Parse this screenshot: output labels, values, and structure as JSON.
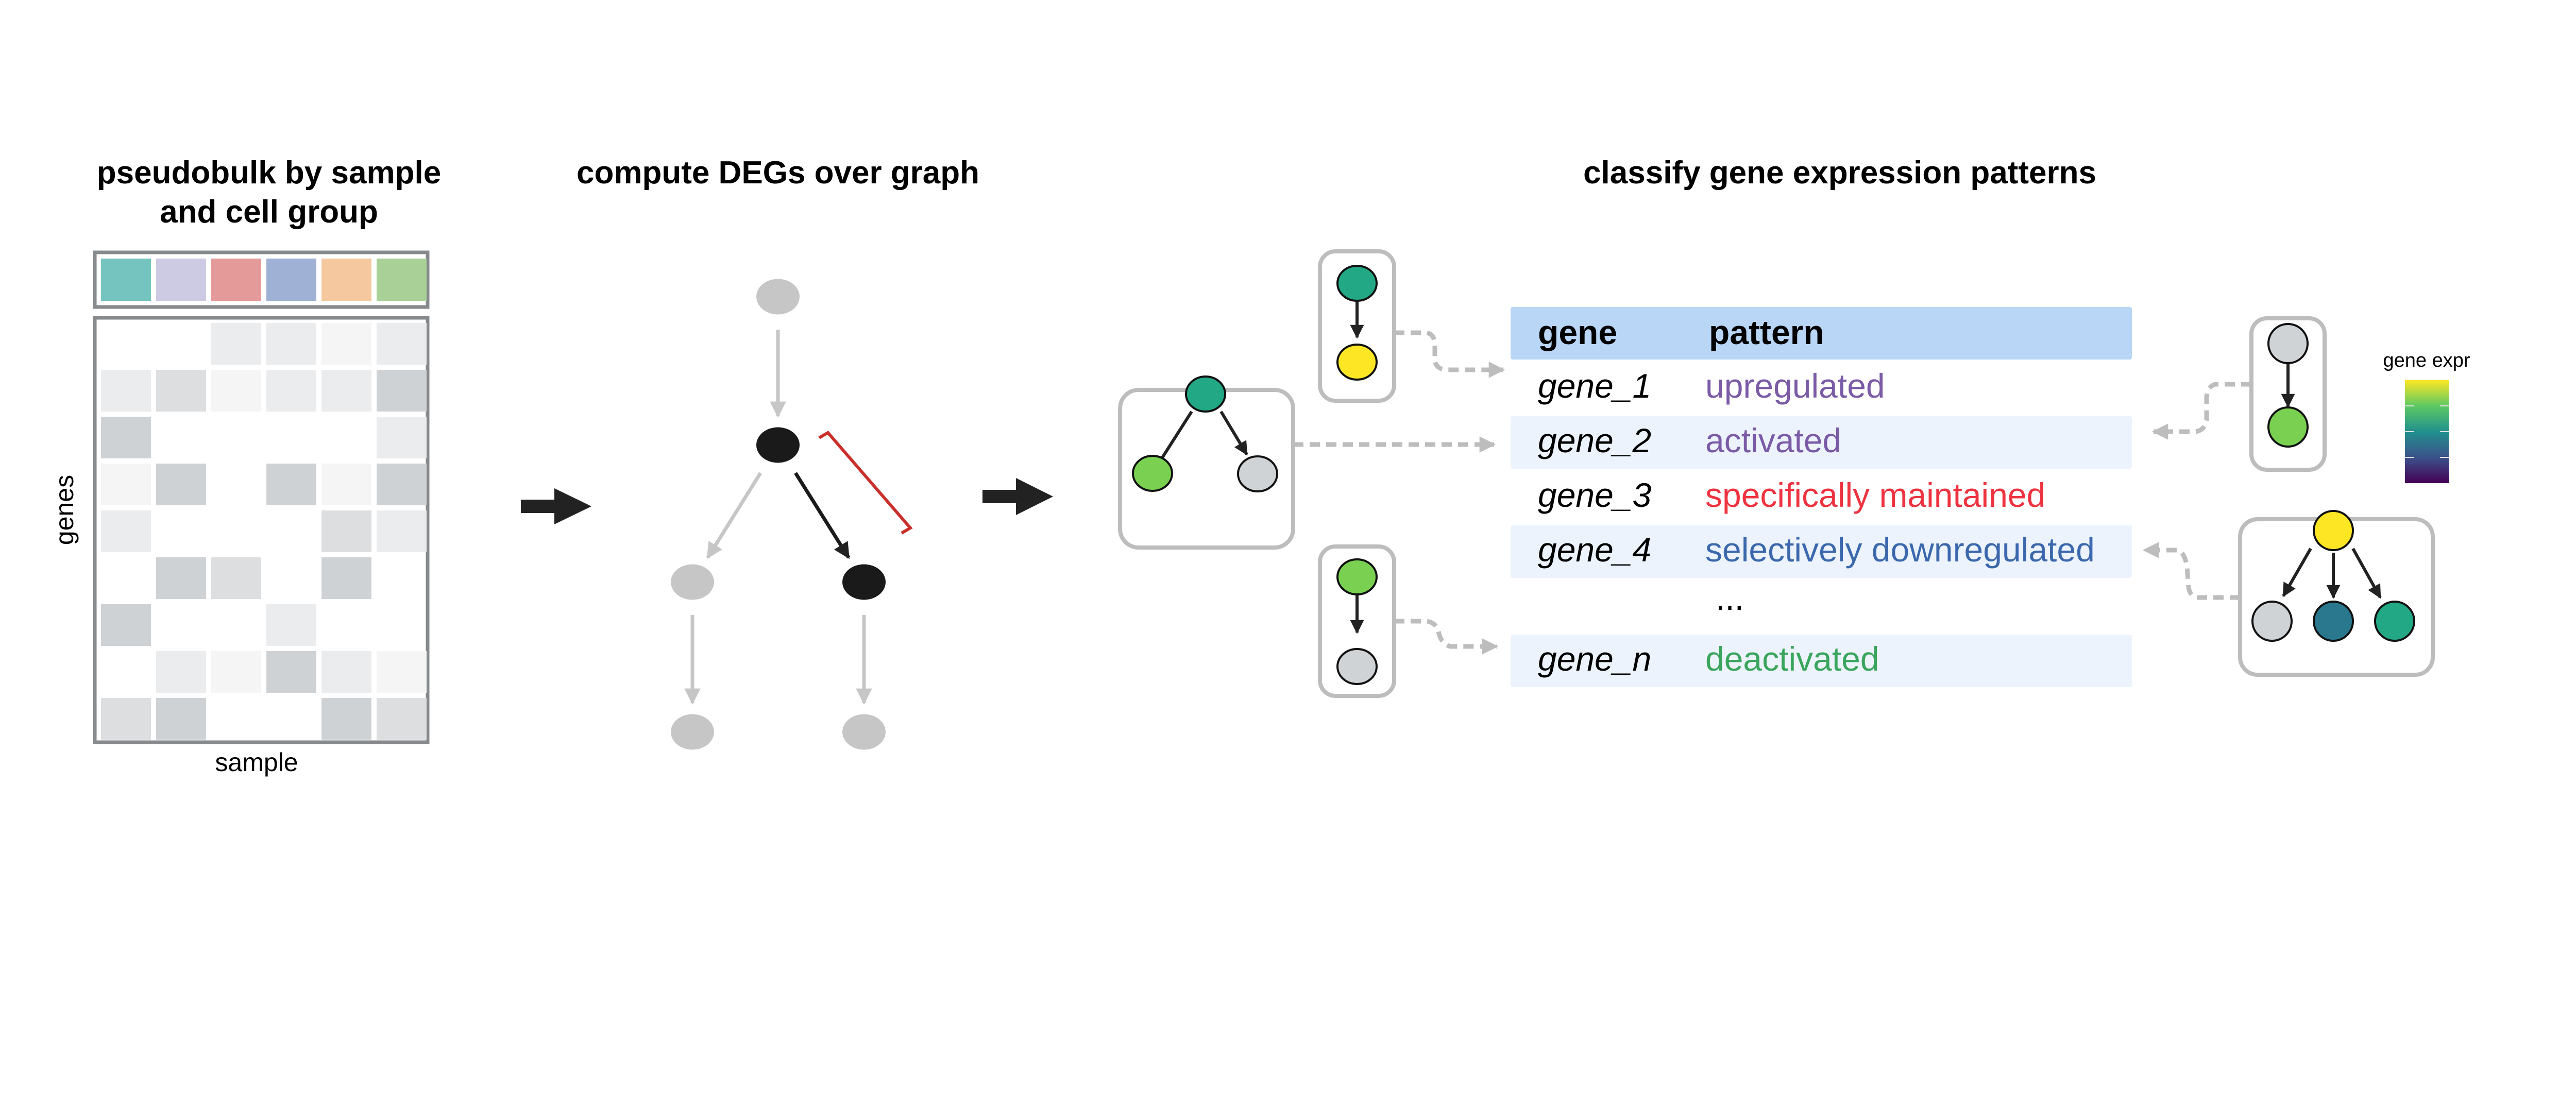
{
  "panels": {
    "pseudobulk": {
      "title_line1": "pseudobulk by sample",
      "title_line2": "and cell group",
      "y_label": "genes",
      "x_label": "sample",
      "cell_group_colors": [
        "#76c4bf",
        "#cdcae3",
        "#e59a9a",
        "#9fb2d5",
        "#f6c89f",
        "#a9d096"
      ],
      "heatmap_levels": [
        [
          0,
          0,
          2,
          2,
          1,
          2
        ],
        [
          2,
          3,
          1,
          2,
          2,
          4
        ],
        [
          4,
          0,
          0,
          0,
          0,
          2
        ],
        [
          1,
          4,
          0,
          4,
          1,
          4
        ],
        [
          2,
          0,
          0,
          0,
          3,
          2
        ],
        [
          0,
          4,
          3,
          0,
          4,
          0
        ],
        [
          4,
          0,
          0,
          2,
          0,
          0
        ],
        [
          0,
          2,
          1,
          4,
          2,
          1
        ],
        [
          3,
          4,
          0,
          0,
          4,
          3
        ]
      ],
      "heatmap_shades": [
        "#ffffff",
        "#f5f5f6",
        "#ebecee",
        "#dcdee0",
        "#cfd2d5"
      ]
    },
    "deg_graph": {
      "title": "compute DEGs over graph",
      "nodes": [
        {
          "id": "root",
          "state": "inactive"
        },
        {
          "id": "mid",
          "state": "active"
        },
        {
          "id": "left",
          "state": "inactive"
        },
        {
          "id": "right",
          "state": "active"
        },
        {
          "id": "left-child",
          "state": "inactive"
        },
        {
          "id": "right-child",
          "state": "inactive"
        }
      ],
      "edges": [
        {
          "from": "root",
          "to": "mid",
          "state": "inactive"
        },
        {
          "from": "mid",
          "to": "left",
          "state": "inactive"
        },
        {
          "from": "mid",
          "to": "right",
          "state": "active"
        },
        {
          "from": "left",
          "to": "left-child",
          "state": "inactive"
        },
        {
          "from": "right",
          "to": "right-child",
          "state": "inactive"
        }
      ],
      "colors": {
        "active": "#1a1a1a",
        "inactive": "#c6c6c6",
        "bracket": "#c9302c"
      }
    },
    "classify": {
      "title": "classify gene expression patterns",
      "table": {
        "headers": [
          "gene",
          "pattern"
        ],
        "rows": [
          {
            "gene": "gene_1",
            "pattern": "upregulated",
            "color": "#7b5aa6"
          },
          {
            "gene": "gene_2",
            "pattern": "activated",
            "color": "#7b5aa6"
          },
          {
            "gene": "gene_3",
            "pattern": "specifically maintained",
            "color": "#ee3340"
          },
          {
            "gene": "gene_4",
            "pattern": "selectively downregulated",
            "color": "#3b68ad"
          },
          {
            "gene": "",
            "pattern": "...",
            "color": "#000000"
          },
          {
            "gene": "gene_n",
            "pattern": "deactivated",
            "color": "#3aa55d"
          }
        ],
        "header_bg": "#bad6f7",
        "stripe_bg": "#ecf3fc"
      },
      "colorbar_label": "gene expr",
      "expr_colors": {
        "high": "#fde725",
        "upper": "#7ad151",
        "mid": "#22a884",
        "lower": "#2a788e",
        "low": "#440154",
        "none": "#d0d3d6"
      }
    }
  }
}
